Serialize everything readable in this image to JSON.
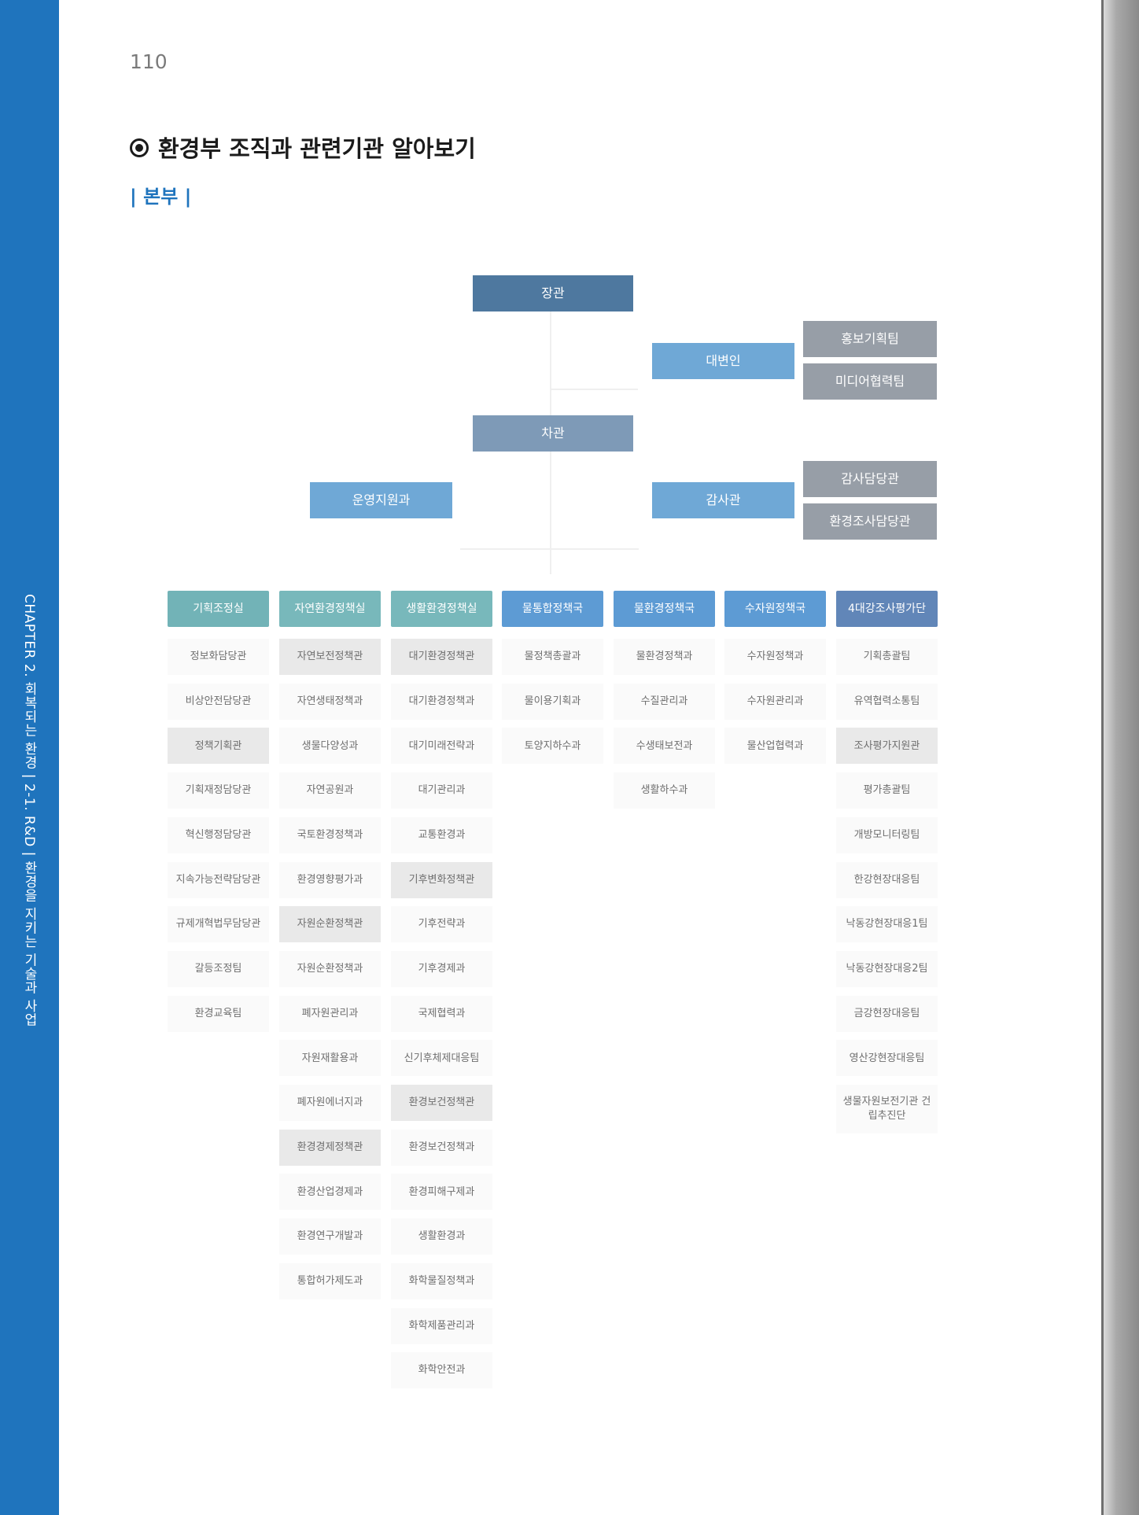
{
  "sidebar": {
    "text": "CHAPTER 2. 회복되는 환경  |  2-1. R&D  |  환경을 지키는 기술과 사업"
  },
  "page": {
    "number": "110"
  },
  "header": {
    "title": "환경부 조직과 관련기관 알아보기",
    "subtitle": "| 본부 |"
  },
  "org": {
    "minister": "장관",
    "spokesperson": "대변인",
    "pr_team": "홍보기획팀",
    "media_team": "미디어협력팀",
    "vice_minister": "차관",
    "operations": "운영지원과",
    "auditor": "감사관",
    "audit_officer": "감사담당관",
    "investigation_officer": "환경조사담당관",
    "columns": [
      {
        "head": "기획조정실",
        "items": [
          "정보화담당관",
          "비상안전담당관",
          "정책기획관",
          "기획재정담당관",
          "혁신행정담당관",
          "지속가능전략담당관",
          "규제개혁법무담당관",
          "갈등조정팀",
          "환경교육팀"
        ],
        "dark": [
          2
        ]
      },
      {
        "head": "자연환경정책실",
        "items": [
          "자연보전정책관",
          "자연생태정책과",
          "생물다양성과",
          "자연공원과",
          "국토환경정책과",
          "환경영향평가과",
          "자원순환정책관",
          "자원순환정책과",
          "폐자원관리과",
          "자원재활용과",
          "폐자원에너지과",
          "환경경제정책관",
          "환경산업경제과",
          "환경연구개발과",
          "통합허가제도과"
        ],
        "dark": [
          0,
          6,
          11
        ]
      },
      {
        "head": "생활환경정책실",
        "items": [
          "대기환경정책관",
          "대기환경정책과",
          "대기미래전략과",
          "대기관리과",
          "교통환경과",
          "기후변화정책관",
          "기후전략과",
          "기후경제과",
          "국제협력과",
          "신기후체제대응팀",
          "환경보건정책관",
          "환경보건정책과",
          "환경피해구제과",
          "생활환경과",
          "화학물질정책과",
          "화학제품관리과",
          "화학안전과"
        ],
        "dark": [
          0,
          5,
          10
        ]
      },
      {
        "head": "물통합정책국",
        "items": [
          "물정책총괄과",
          "물이용기획과",
          "토양지하수과"
        ],
        "dark": []
      },
      {
        "head": "물환경정책국",
        "items": [
          "물환경정책과",
          "수질관리과",
          "수생태보전과",
          "생활하수과"
        ],
        "dark": []
      },
      {
        "head": "수자원정책국",
        "items": [
          "수자원정책과",
          "수자원관리과",
          "물산업협력과"
        ],
        "dark": []
      },
      {
        "head": "4대강조사평가단",
        "items": [
          "기획총괄팀",
          "유역협력소통팀",
          "조사평가지원관",
          "평가총괄팀",
          "개방모니터링팀",
          "한강현장대응팀",
          "낙동강현장대응1팀",
          "낙동강현장대응2팀",
          "금강현장대응팀",
          "영산강현장대응팀",
          "생물자원보전기관 건립추진단"
        ],
        "dark": [
          2
        ]
      }
    ]
  },
  "colors": {
    "sidebar": "#1f74bd",
    "minister": "#4e789f",
    "vice": "#7e9ab7",
    "light_blue": "#6fa8d6",
    "gray": "#979ea7",
    "teal": "#72b3b7",
    "medium_blue": "#5d9bd4",
    "navy": "#6186b8"
  }
}
